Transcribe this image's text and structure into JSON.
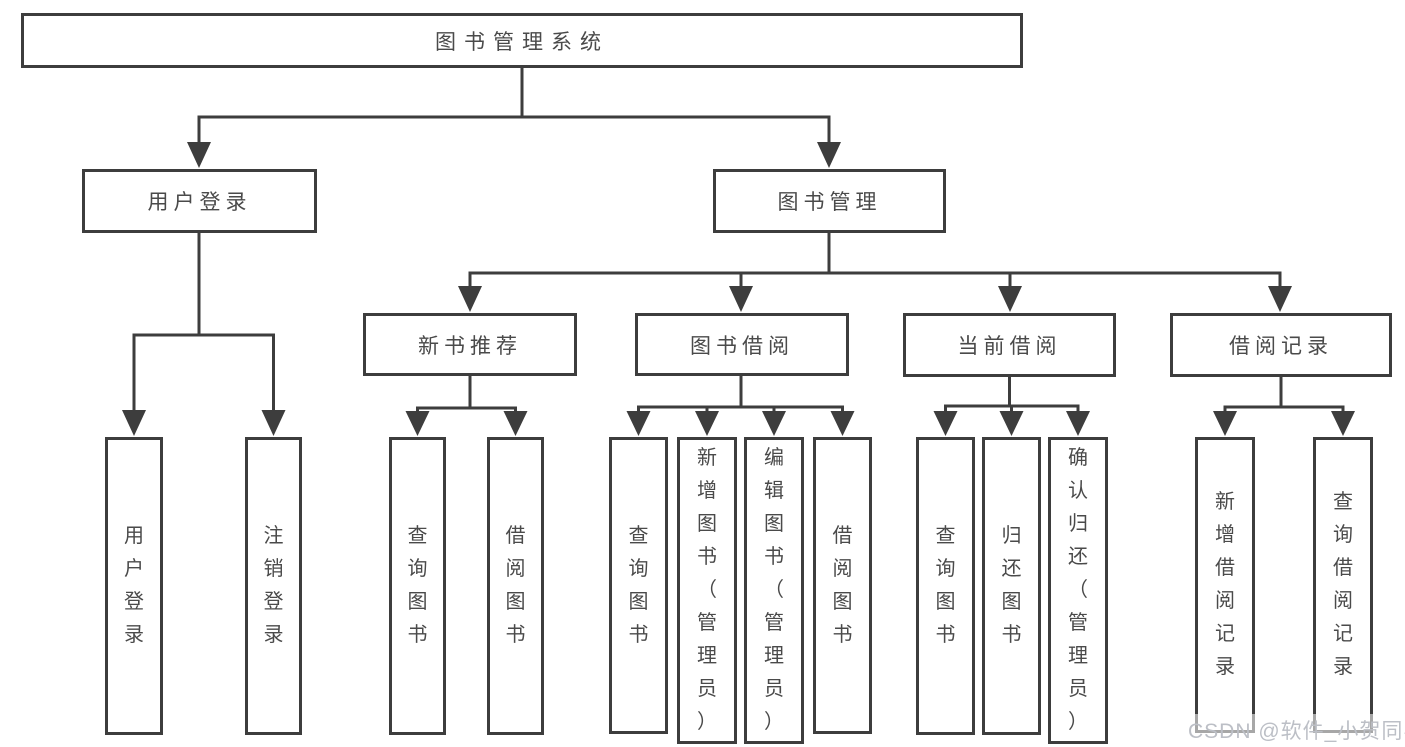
{
  "colors": {
    "line": "#3d3d3d",
    "text": "#4a4a4a",
    "background": "#ffffff",
    "watermark_text": "#bcbfc6"
  },
  "watermark": {
    "text": "CSDN @软件_小贺同学"
  },
  "tree": {
    "root": {
      "label": "图书管理系统"
    },
    "children": [
      {
        "label": "用户登录",
        "children": [
          {
            "label": "用户登录"
          },
          {
            "label": "注销登录"
          }
        ]
      },
      {
        "label": "图书管理",
        "children": [
          {
            "label": "新书推荐",
            "children": [
              {
                "label": "查询图书"
              },
              {
                "label": "借阅图书"
              }
            ]
          },
          {
            "label": "图书借阅",
            "children": [
              {
                "label": "查询图书"
              },
              {
                "label": "新增图书（管理员）"
              },
              {
                "label": "编辑图书（管理员）"
              },
              {
                "label": "借阅图书"
              }
            ]
          },
          {
            "label": "当前借阅",
            "children": [
              {
                "label": "查询图书"
              },
              {
                "label": "归还图书"
              },
              {
                "label": "确认归还（管理员）"
              }
            ]
          },
          {
            "label": "借阅记录",
            "children": [
              {
                "label": "新增借阅记录"
              },
              {
                "label": "查询借阅记录"
              }
            ]
          }
        ]
      }
    ]
  }
}
